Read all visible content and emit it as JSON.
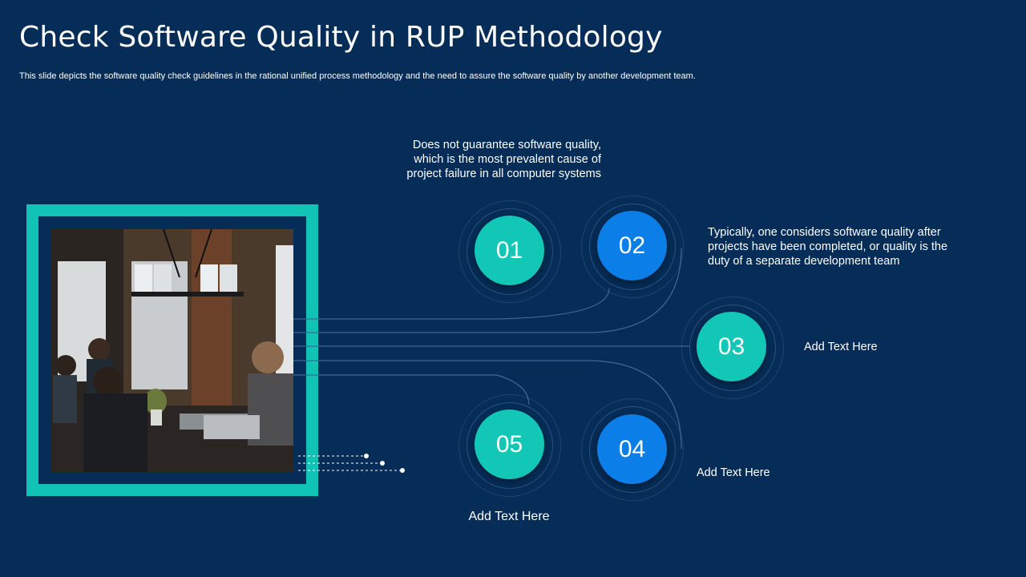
{
  "slide": {
    "title": "Check Software Quality in RUP Methodology",
    "subtitle": "This slide depicts the software quality check guidelines in the rational unified process methodology and the need to assure the software quality by another development team."
  },
  "steps": [
    {
      "number": "01",
      "color": "#13c7b7",
      "text": "Does not guarantee software quality, which is the most prevalent cause of project failure in all computer systems"
    },
    {
      "number": "02",
      "color": "#0b7ee8",
      "text": "Typically, one considers software quality after projects have been completed, or quality is the duty of a separate development team"
    },
    {
      "number": "03",
      "color": "#13c7b7",
      "text": "Add Text Here"
    },
    {
      "number": "04",
      "color": "#0b7ee8",
      "text": "Add Text Here"
    },
    {
      "number": "05",
      "color": "#13c7b7",
      "text": "Add Text Here"
    }
  ],
  "colors": {
    "background": "#052d57",
    "frame": "#10c3b4"
  }
}
